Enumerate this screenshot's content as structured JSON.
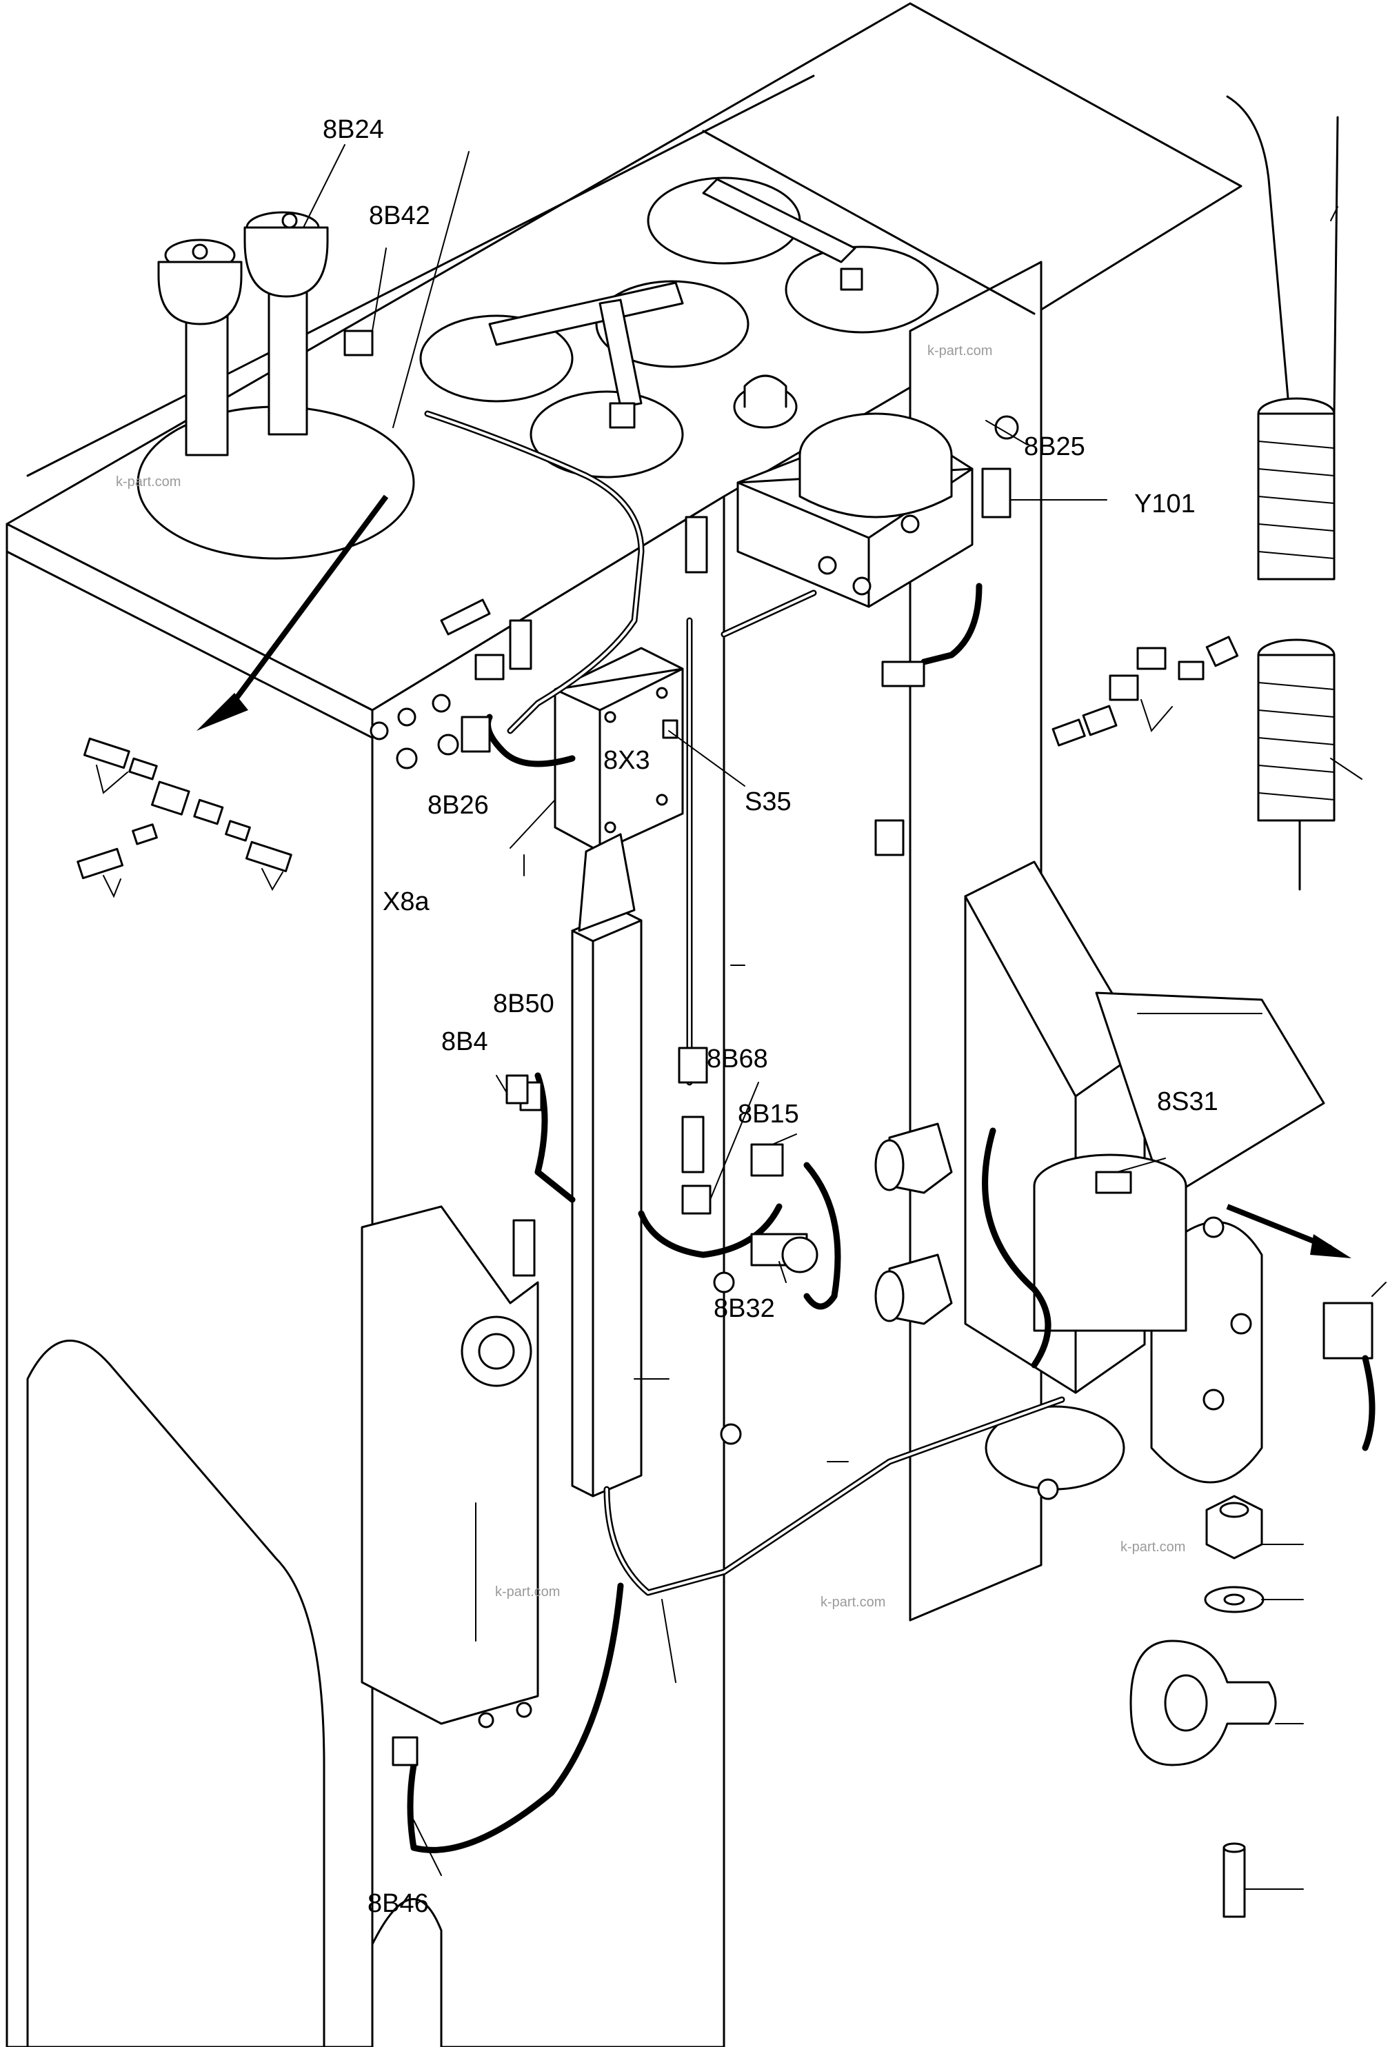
{
  "labels": {
    "8B24": "8B24",
    "8B42": "8B42",
    "8B25": "8B25",
    "Y101": "Y101",
    "8X3": "8X3",
    "S35": "S35",
    "8B26": "8B26",
    "X8a": "X8a",
    "8B50": "8B50",
    "8B4": "8B4",
    "8B68": "8B68",
    "8B15": "8B15",
    "8S31": "8S31",
    "8B32": "8B32",
    "8B46": "8B46"
  },
  "watermarks": [
    "k-part.com",
    "k-part.com",
    "k-part.com",
    "k-part.com",
    "k-part.com"
  ]
}
